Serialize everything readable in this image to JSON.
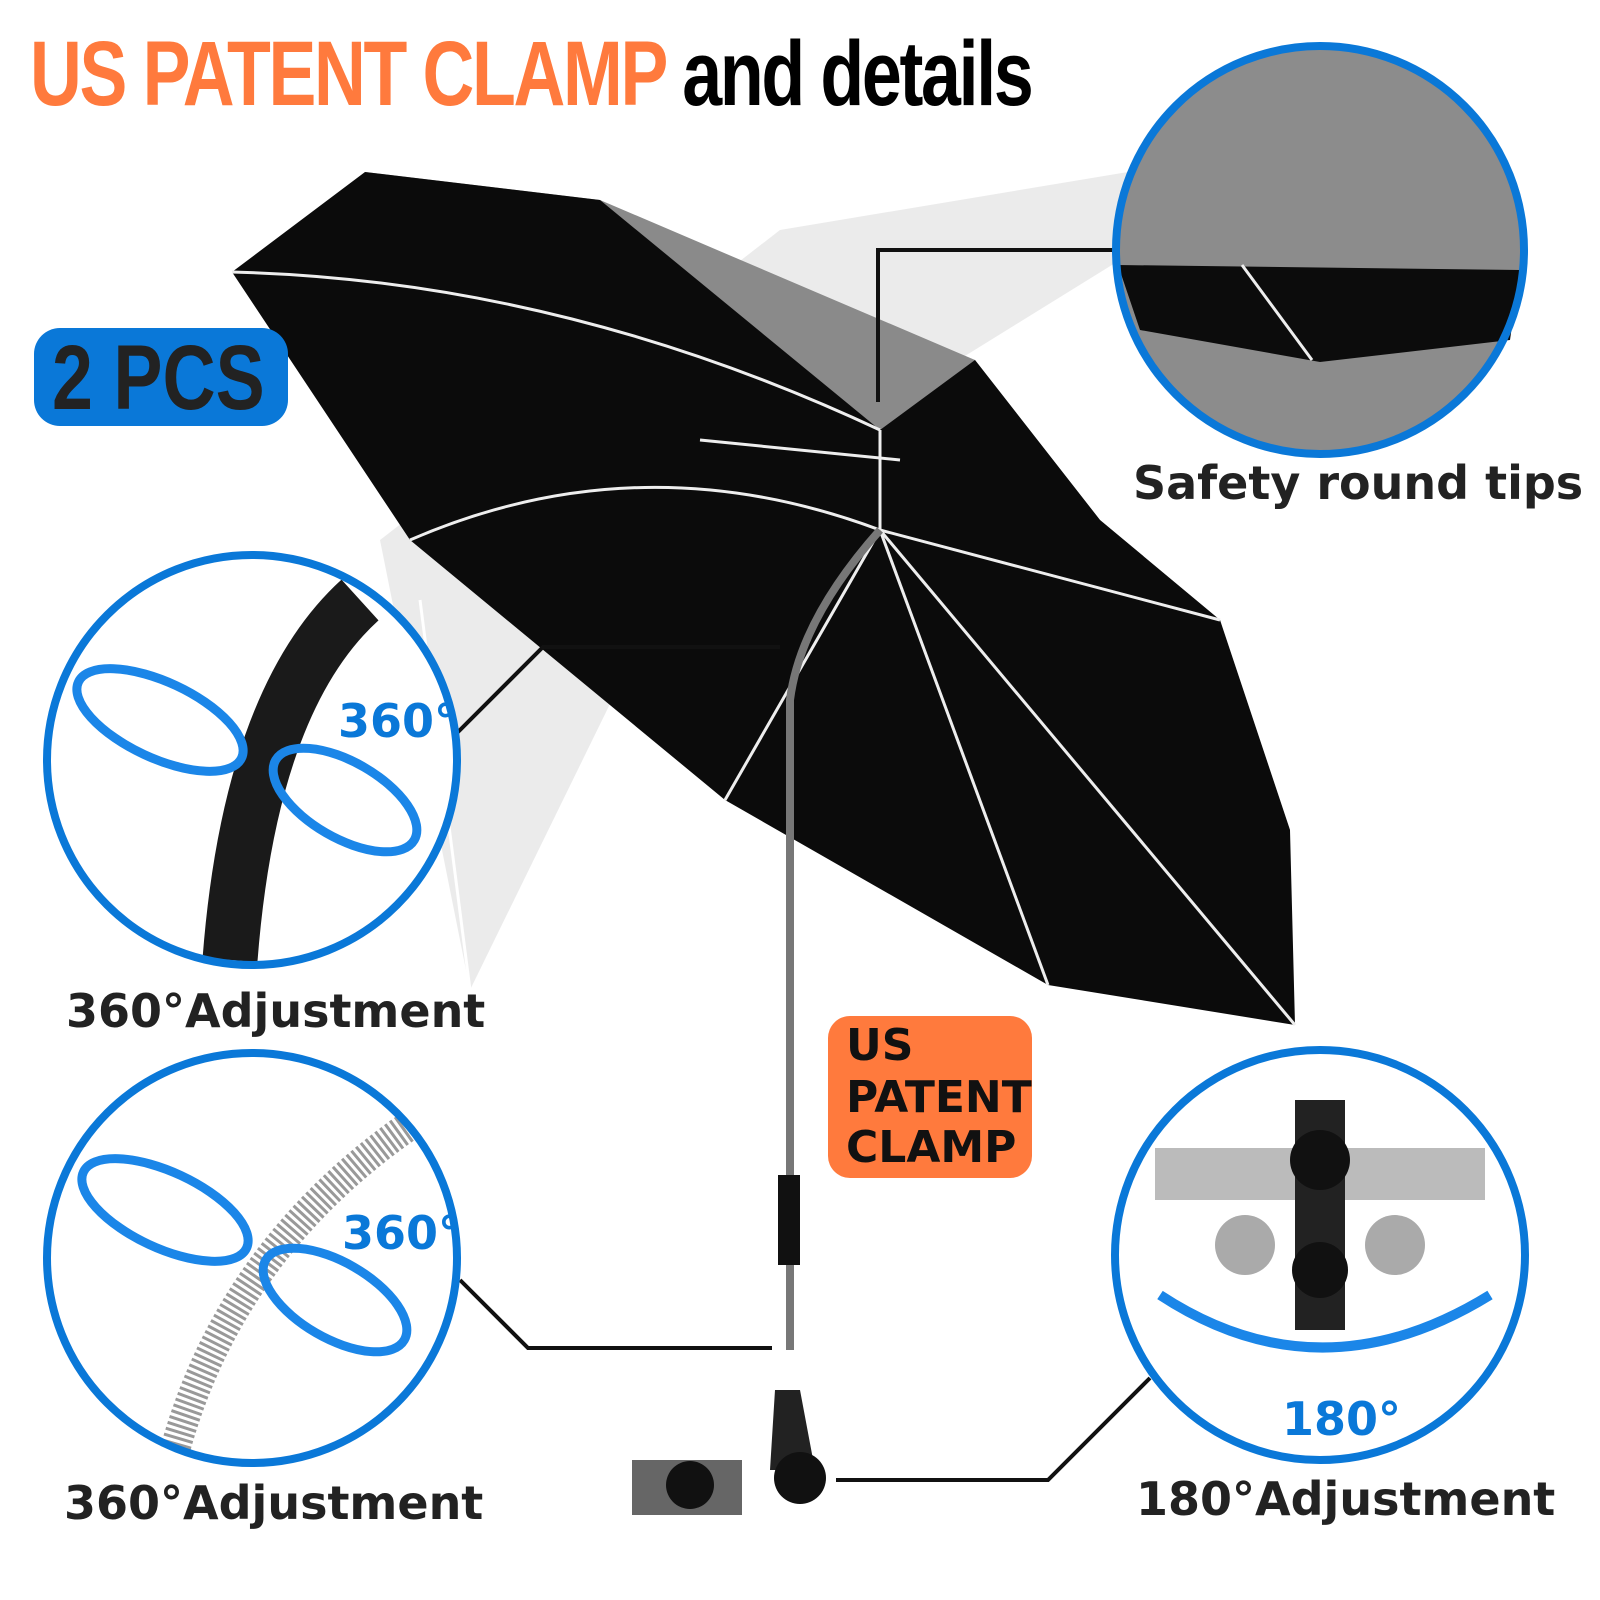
{
  "title": {
    "highlight": "US PATENT CLAMP",
    "rest": "and details"
  },
  "badge_pcs": "2 PCS",
  "patent_badge": {
    "lines": [
      "US",
      "PATENT",
      "CLAMP"
    ]
  },
  "callouts": {
    "tips": {
      "label": "Safety round tips"
    },
    "joint_top": {
      "degree": "360°",
      "label": "360°Adjustment"
    },
    "spring": {
      "degree": "360°",
      "label": "360°Adjustment"
    },
    "clamp": {
      "degree": "180°",
      "label": "180°Adjustment"
    }
  },
  "colors": {
    "accent_orange": "#ff7a3d",
    "accent_blue": "#0a78d8",
    "text": "#222222"
  }
}
